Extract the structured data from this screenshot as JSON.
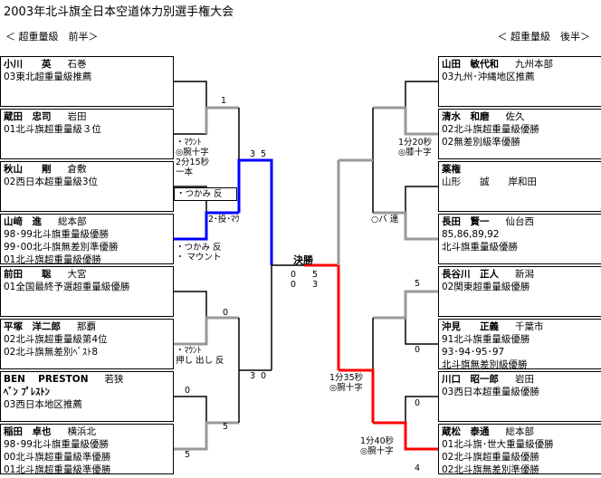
{
  "title": "2003年北斗旗全日本空道体力別選手権大会",
  "left_heading": "＜ 超重量級　前半＞",
  "right_heading": "＜ 超重量級　後半＞",
  "left_players": [
    {
      "name": "小川　　英",
      "place": "石巻",
      "lines": [
        "03東北超重量級推薦"
      ]
    },
    {
      "name": "蔵田　忠司",
      "place": "岩田",
      "lines": [
        "01北斗旗超重量級３位"
      ]
    },
    {
      "name": "秋山　　剛",
      "place": "倉敷",
      "lines": [
        "02西日本超重量級3位"
      ]
    },
    {
      "name": "山﨑　進",
      "place": "総本部",
      "lines": [
        "98･99北斗旗重量級優勝",
        "99･00北斗旗無差別準優勝",
        "01北斗旗超重量級優勝"
      ]
    },
    {
      "name": "前田　　聡",
      "place": "大宮",
      "lines": [
        "01全国最終予選超重量級優勝"
      ]
    },
    {
      "name": "平塚　洋二郎",
      "place": "那覇",
      "lines": [
        "02北斗旗超重量級第4位",
        "02北斗旗無差別ﾍﾞｽﾄ8"
      ]
    },
    {
      "name": "BEN　 PRESTON",
      "name2": "ﾍﾞﾝ ﾌﾟﾚｽﾄﾝ",
      "place": "若狭",
      "lines": [
        "03西日本地区推薦"
      ]
    },
    {
      "name": "稲田　卓也",
      "place": "横浜北",
      "lines": [
        "98･99北斗旗重量級優勝",
        "00北斗旗超重量級準優勝",
        "01北斗旗超重量級準優勝"
      ]
    }
  ],
  "right_players": [
    {
      "name": "山田　敏代和",
      "place": "九州本部",
      "lines": [
        "03九州･沖縄地区推薦"
      ]
    },
    {
      "name": "清水　和磨",
      "place": "佐久",
      "lines": [
        "02北斗旗超重量級優勝",
        "02無差別級準優勝"
      ]
    },
    {
      "name": "薬権",
      "place": "",
      "lines": [
        "山形　　誠　　岸和田"
      ]
    },
    {
      "name": "長田　賢一",
      "place": "仙台西",
      "lines": [
        "85,86,89,92",
        "北斗旗重量級優勝"
      ]
    },
    {
      "name": "長谷川　正人",
      "place": "新潟",
      "lines": [
        "02関東超重量級優勝"
      ]
    },
    {
      "name": "沖見　　正義",
      "place": "千葉市",
      "lines": [
        "91北斗旗重量級優勝",
        "93･94･95･97",
        "北斗旗無差別級優勝"
      ]
    },
    {
      "name": "川口　昭一郎",
      "place": "岩田",
      "lines": [
        "03西日本超重量級優勝"
      ]
    },
    {
      "name": "蔵松　泰通",
      "place": "総本部",
      "lines": [
        "01北斗旗･世大重量級優勝",
        "02北斗旗超重量級優勝",
        "02北斗旗無差別準優勝"
      ]
    }
  ],
  "final": {
    "label": "決勝",
    "left_score_1": "0",
    "left_score_2": "0",
    "right_score_1": "5",
    "right_score_2": "3"
  },
  "match_notes": {
    "m2": "・ﾏｳﾝﾄ\n◎腕十字\n2分15秒\n一本",
    "m3": "・つかみ 反",
    "m4": "2･投･ﾏｳ",
    "m5": "・つかみ 反\n・ マウント",
    "m6": "・ﾏｳﾝﾄ\n押し 出し 反",
    "r2": "1分20秒\n◎膝十字",
    "r3": "○バ 連",
    "r6": "1分35秒\n◎腕十字",
    "r7": "1分40秒\n◎腕十字"
  },
  "scores": {
    "l_r1_a": "1",
    "l_r2_a": "3",
    "l_r2_b": "5",
    "l_r1_c": "0",
    "l_r1_d": "0",
    "l_r1_e": "5",
    "l_r2_c": "3",
    "l_r2_d": "0",
    "l_r1_f": "5",
    "r_r1_a": "5",
    "r_r1_b": "0",
    "r_r1_c": "0",
    "r_r1_d": "4"
  },
  "colors": {
    "advance_left": "#0000ff",
    "advance_right": "#ff0000",
    "bracket": "#000000",
    "grey": "#999999"
  }
}
